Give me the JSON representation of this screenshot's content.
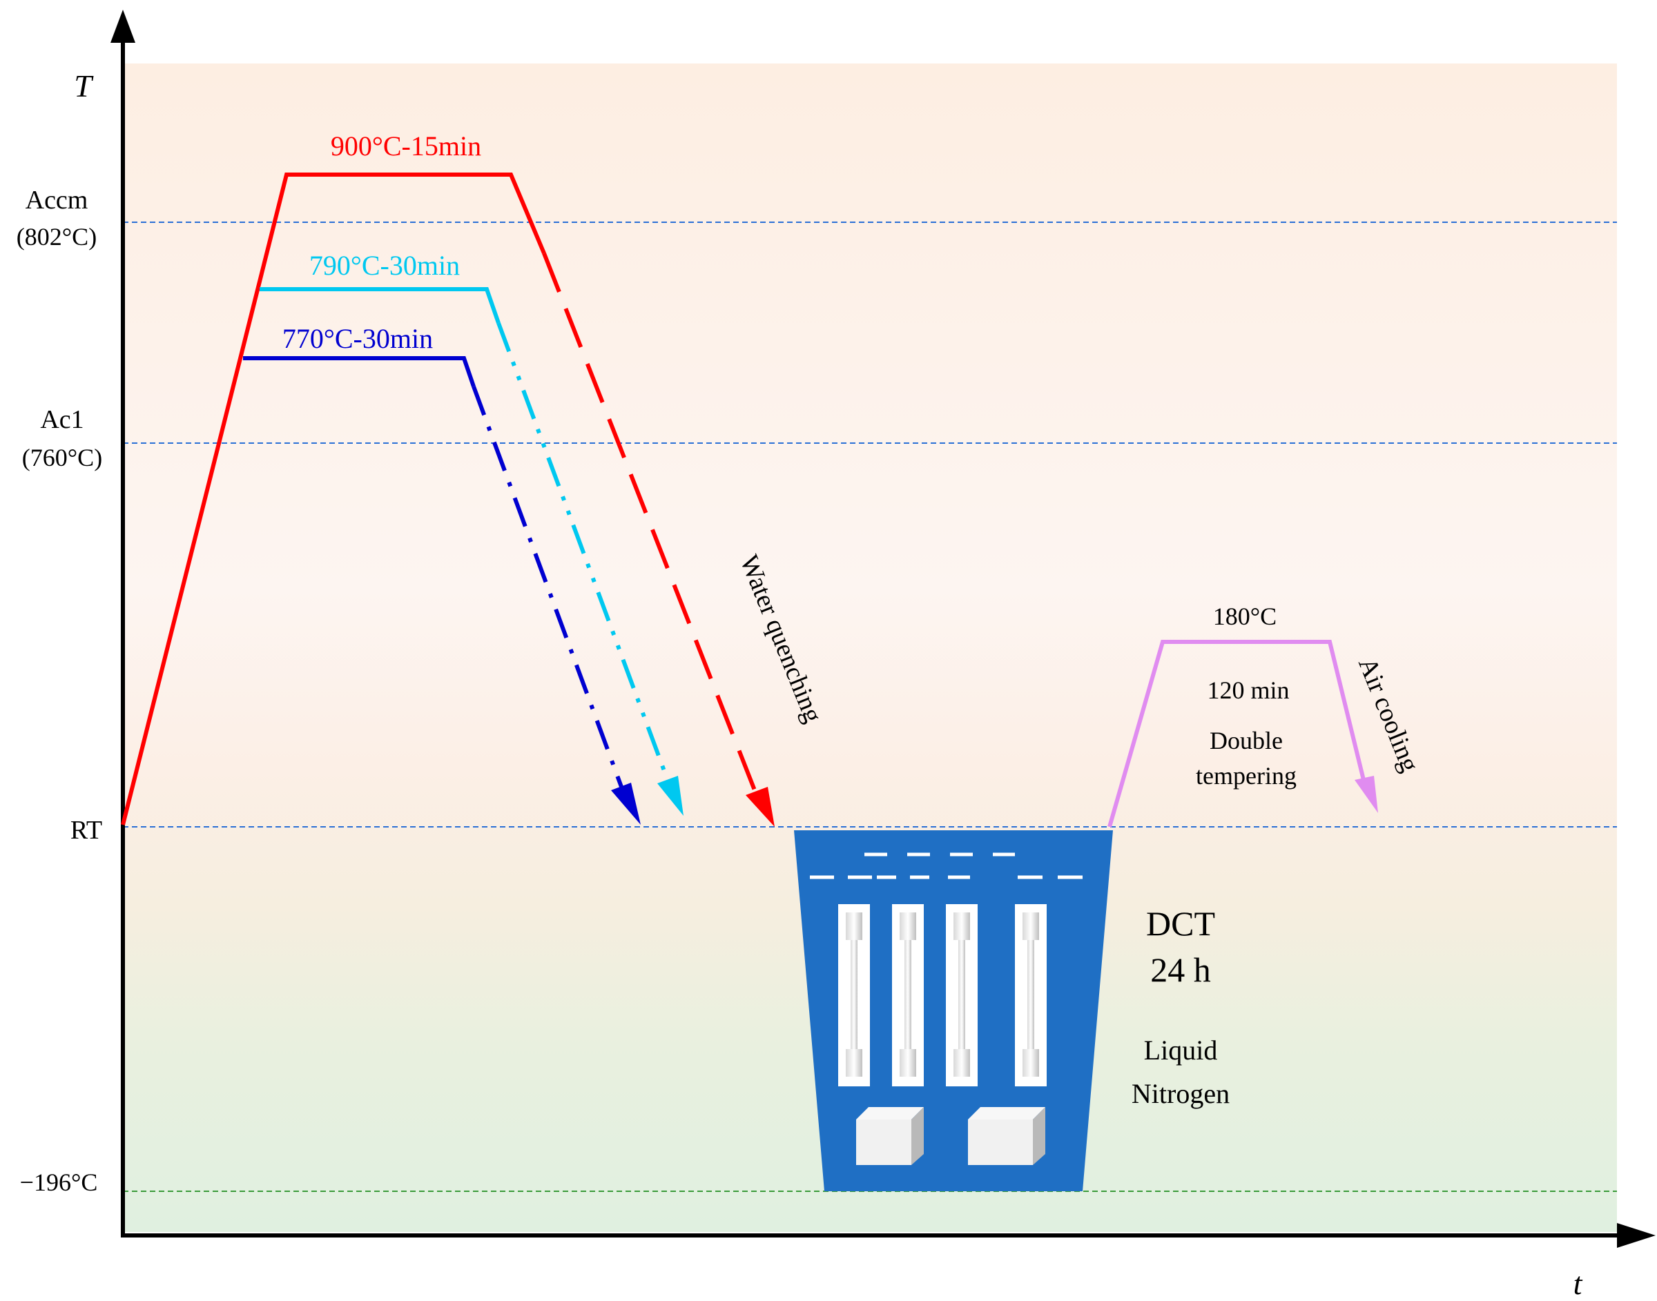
{
  "axes": {
    "y_label": "T",
    "x_label": "t"
  },
  "levels": {
    "accm_name": "Accm",
    "accm_temp": "(802°C)",
    "ac1_name": "Ac1",
    "ac1_temp": "(760°C)",
    "rt": "RT",
    "ln2": "−196°C"
  },
  "profiles": {
    "p900": "900°C-15min",
    "p790": "790°C-30min",
    "p770": "770°C-30min"
  },
  "quench_label": "Water quenching",
  "dct": {
    "title": "DCT",
    "duration": "24 h",
    "medium_line1": "Liquid",
    "medium_line2": "Nitrogen"
  },
  "tempering": {
    "temp": "180°C",
    "time": "120 min",
    "line1": "Double",
    "line2": "tempering",
    "cooling": "Air cooling"
  },
  "colors": {
    "red": "#ff0000",
    "cyan": "#00c8f0",
    "blue": "#0000d0",
    "violet": "#e08cf0",
    "tank": "#1f6fc4",
    "level_line": "#2a6fd6",
    "ln2_line": "#3a9a3a"
  }
}
